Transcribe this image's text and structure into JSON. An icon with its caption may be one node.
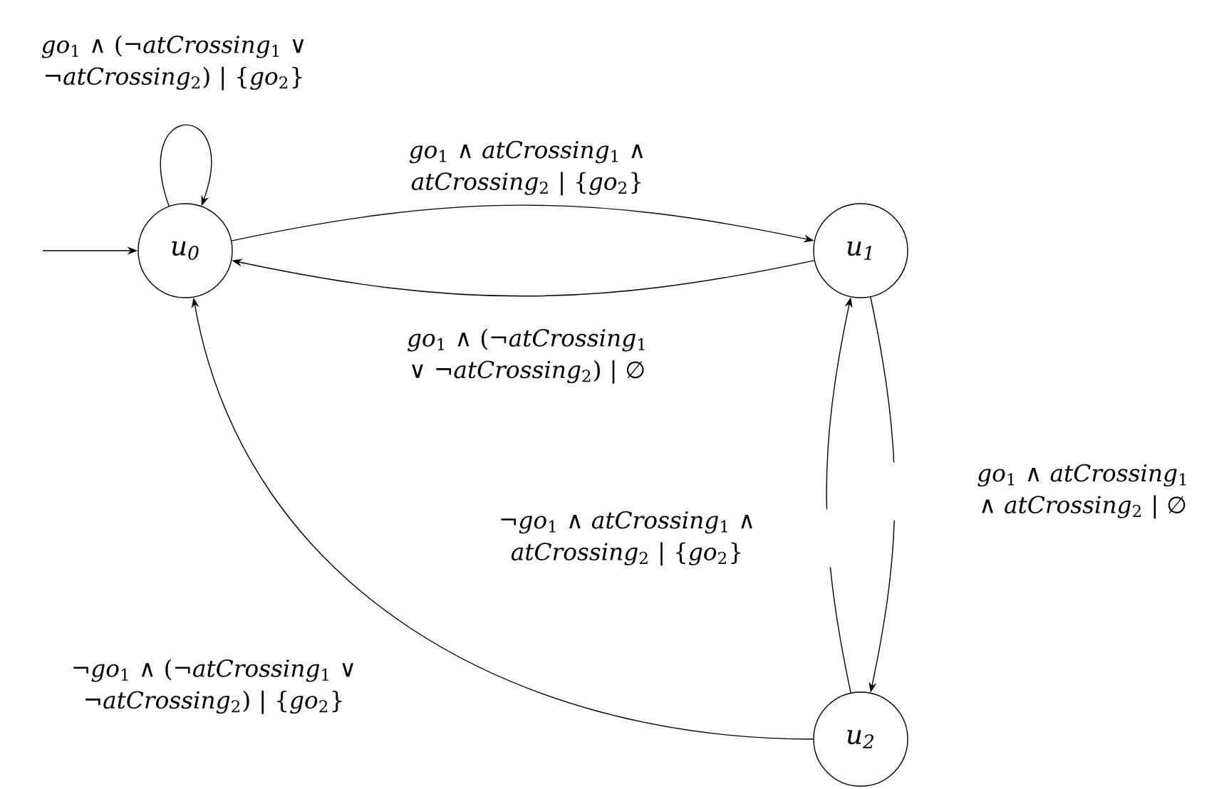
{
  "diagram": {
    "nodes": [
      {
        "text": [
          "u$_{0}$"
        ]
      },
      {
        "text": [
          "u$_{1}$"
        ]
      },
      {
        "text": [
          "u$_{2}$"
        ]
      }
    ],
    "edges": [
      {
        "from": null,
        "to": 0,
        "arrow": "to"
      },
      {
        "from": 0,
        "to": 0,
        "arrow": "to",
        "label": "*go*$_{1}$ ∧ (¬*atCrossing*$_{1}$ ∨ ¬*atCrossing*$_{2}$) | {*go*$_{2}$}"
      },
      {
        "from": 0,
        "to": 1,
        "arrow": "to",
        "label": "*go*$_{1}$ ∧ *atCrossing*$_{1}$ ∧ *atCrossing*$_{2}$ | {*go*$_{2}$}"
      },
      {
        "from": 1,
        "to": 0,
        "arrow": "to",
        "label": "*go*$_{1}$ ∧ (¬*atCrossing*$_{1}$ ∨ ¬*atCrossing*$_{2}$) | ∅"
      },
      {
        "from": 1,
        "to": 2,
        "arrow": "to",
        "label": "*go*$_{1}$ ∧ *atCrossing*$_{1}$ ∧ *atCrossing*$_{2}$ | ∅"
      },
      {
        "from": 2,
        "to": 1,
        "arrow": "to",
        "label": "¬*go*$_{1}$ ∧ *atCrossing*$_{1}$ ∧ *atCrossing*$_{2}$ | {*go*$_{2}$}"
      },
      {
        "from": 2,
        "to": 0,
        "arrow": "to",
        "label": "¬*go*$_{1}$ ∧ (¬*atCrossing*$_{1}$ ∨ ¬*atCrossing*$_{2}$) | {*go*$_{2}$}"
      }
    ]
  }
}
